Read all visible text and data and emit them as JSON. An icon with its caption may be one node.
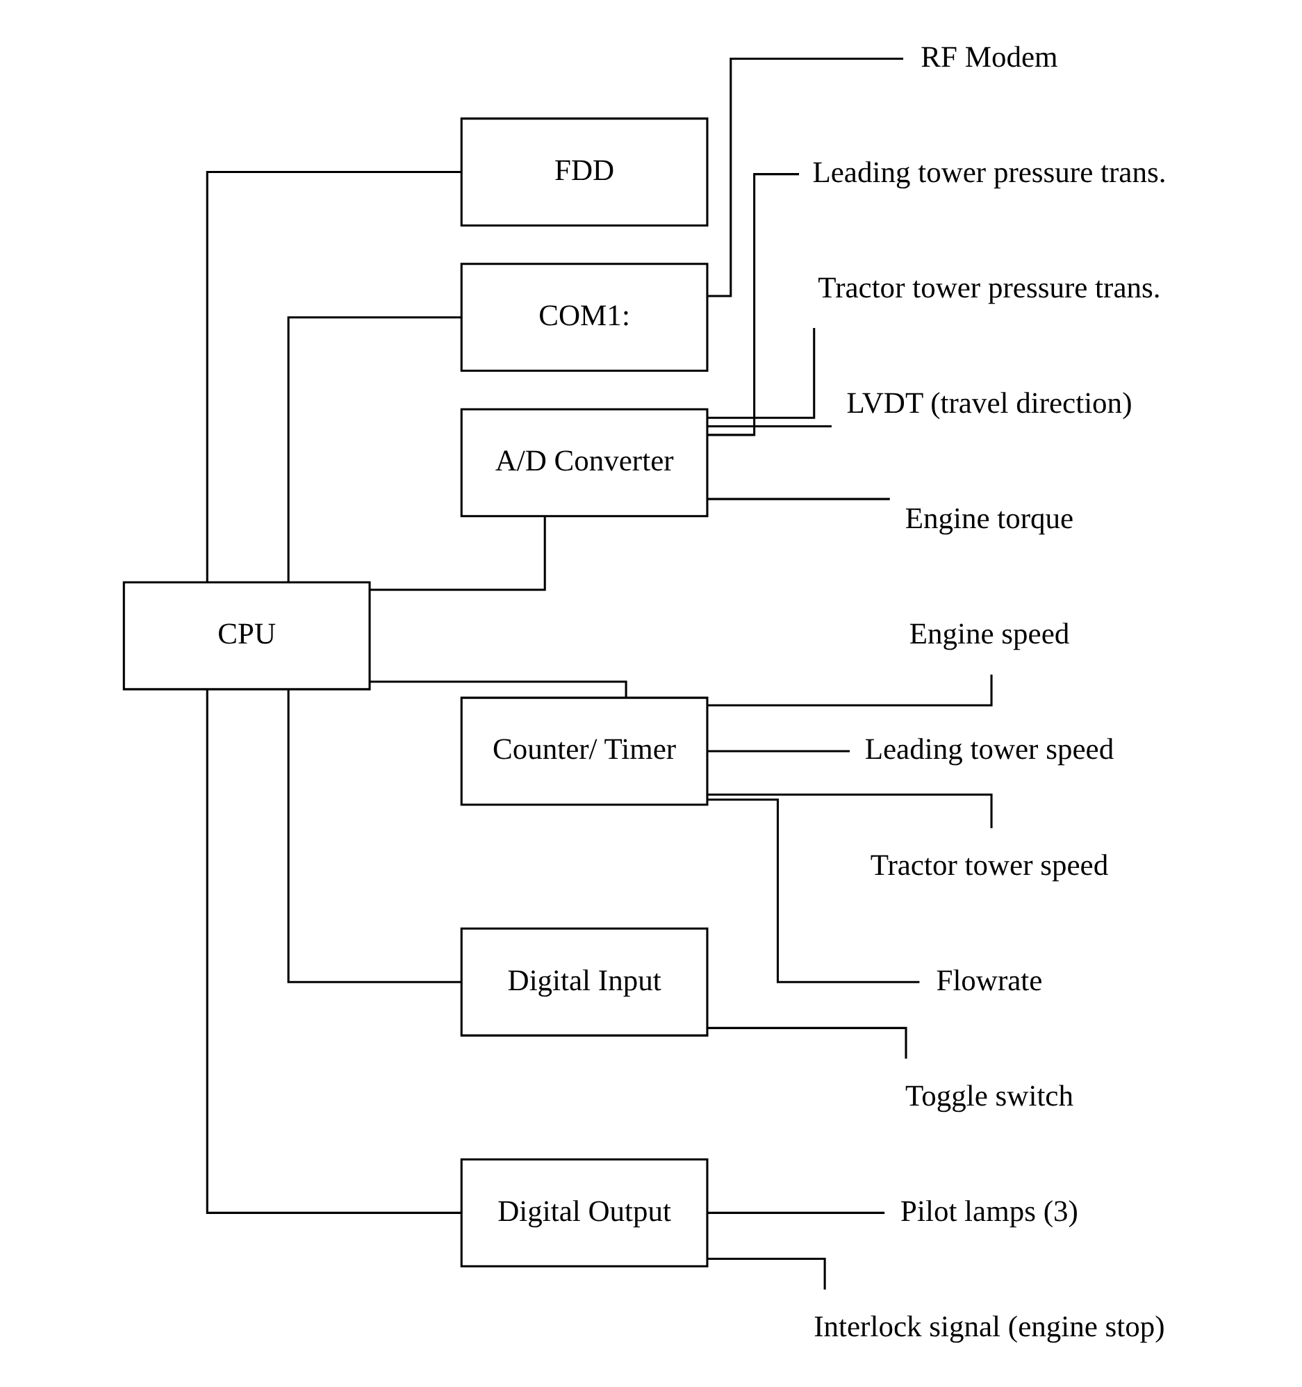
{
  "diagram": {
    "nodes": [
      {
        "text": [
          "CPU"
        ]
      },
      {
        "text": [
          "FDD"
        ]
      },
      {
        "text": [
          "COM1:"
        ]
      },
      {
        "text": [
          "RF Modem"
        ]
      },
      {
        "text": [
          "A/D Converter"
        ]
      },
      {
        "text": [
          "Leading tower pressure trans."
        ]
      },
      {
        "text": [
          "Tractor tower pressure trans."
        ]
      },
      {
        "text": [
          "LVDT (travel direction)"
        ]
      },
      {
        "text": [
          "Engine torque"
        ]
      },
      {
        "text": [
          "Counter/ Timer"
        ]
      },
      {
        "text": [
          "Engine speed"
        ]
      },
      {
        "text": [
          "Leading tower speed"
        ]
      },
      {
        "text": [
          "Tractor tower speed"
        ]
      },
      {
        "text": [
          "Flowrate"
        ]
      },
      {
        "text": [
          "Digital Input"
        ]
      },
      {
        "text": [
          "Toggle switch"
        ]
      },
      {
        "text": [
          "Digital Output"
        ]
      },
      {
        "text": [
          "Pilot lamps (3)"
        ]
      },
      {
        "text": [
          "Interlock signal (engine stop)"
        ]
      }
    ],
    "edges": [
      {
        "from": 0,
        "to": 1,
        "arrow": "none"
      },
      {
        "from": 0,
        "to": 2,
        "arrow": "none"
      },
      {
        "from": 0,
        "to": 4,
        "arrow": "none"
      },
      {
        "from": 0,
        "to": 9,
        "arrow": "none"
      },
      {
        "from": 0,
        "to": 14,
        "arrow": "none"
      },
      {
        "from": 0,
        "to": 16,
        "arrow": "none"
      },
      {
        "from": 2,
        "to": 3,
        "arrow": "none"
      },
      {
        "from": 4,
        "to": 5,
        "arrow": "none"
      },
      {
        "from": 4,
        "to": 6,
        "arrow": "none"
      },
      {
        "from": 4,
        "to": 7,
        "arrow": "none"
      },
      {
        "from": 4,
        "to": 8,
        "arrow": "none"
      },
      {
        "from": 9,
        "to": 10,
        "arrow": "none"
      },
      {
        "from": 9,
        "to": 11,
        "arrow": "none"
      },
      {
        "from": 9,
        "to": 12,
        "arrow": "none"
      },
      {
        "from": 9,
        "to": 13,
        "arrow": "none"
      },
      {
        "from": 14,
        "to": 15,
        "arrow": "none"
      },
      {
        "from": 16,
        "to": 17,
        "arrow": "none"
      },
      {
        "from": 16,
        "to": 18,
        "arrow": "none"
      }
    ]
  }
}
